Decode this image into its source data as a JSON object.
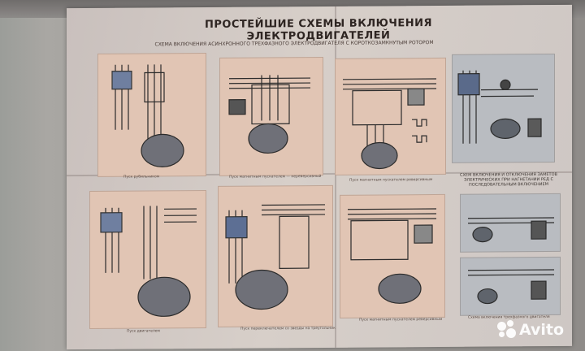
{
  "poster": {
    "title": "ПРОСТЕЙШИЕ СХЕМЫ ВКЛЮЧЕНИЯ ЭЛЕКТРОДВИГАТЕЛЕЙ",
    "subtitle": "СХЕМА ВКЛЮЧЕНИЯ АСИНХРОННОГО ТРЕХФАЗНОГО ЭЛЕКТРОДВИГАТЕЛЯ С КОРОТКОЗАМКНУТЫМ РОТОРОМ",
    "right_heading": "СХЕМ ВКЛЮЧЕНИЯ И ОТКЛЮЧЕНИЯ ЗАМЕТОВ ЭЛЕКТРИЧЕСКИХ ПРИ НАГНЕТАНИИ РЕД С ПОСЛЕДОВАТЕЛЬНЫМ ВКЛЮЧЕНИЕМ"
  },
  "captions": [
    "Пуск рубильником",
    "Пуск магнитным пускателем — нереверсивный",
    "Пуск магнитным пускателем реверсивным",
    "Пуск двигателем",
    "Пуск переключателем со звезды на треугольник",
    "Пуск магнитным пускателем реверсивным",
    "Схема включения трехфазного двигателя"
  ],
  "watermark": {
    "text": "Avito"
  }
}
